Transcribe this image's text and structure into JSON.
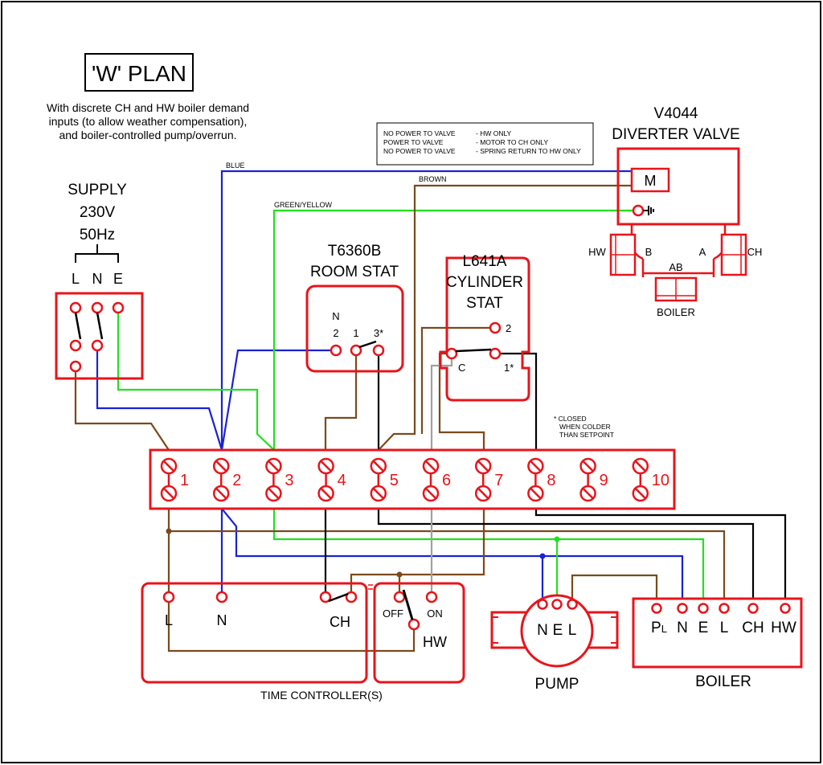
{
  "title": "'W' PLAN",
  "subtitle": [
    "With discrete CH and HW boiler demand",
    "inputs (to allow weather compensation),",
    "and boiler-controlled pump/overrun."
  ],
  "note_table": {
    "rows": [
      [
        "NO POWER TO VALVE",
        "- HW ONLY"
      ],
      [
        "POWER TO VALVE",
        "- MOTOR TO CH ONLY"
      ],
      [
        "NO POWER TO VALVE",
        "- SPRING RETURN TO HW ONLY"
      ]
    ]
  },
  "supply": {
    "label": [
      "SUPPLY",
      "230V",
      "50Hz"
    ],
    "terminals": [
      "L",
      "N",
      "E"
    ]
  },
  "wire_labels": {
    "blue": "BLUE",
    "brown": "BROWN",
    "green_yellow": "GREEN/YELLOW"
  },
  "diverter": {
    "title": [
      "V4044",
      "DIVERTER VALVE"
    ],
    "motor": "M",
    "ports": {
      "hw": "HW",
      "b": "B",
      "a": "A",
      "ch": "CH",
      "ab": "AB",
      "boiler": "BOILER"
    }
  },
  "room_stat": {
    "title": [
      "T6360B",
      "ROOM STAT"
    ],
    "n_label": "N",
    "terminals": [
      "2",
      "1",
      "3*"
    ]
  },
  "cylinder_stat": {
    "title": [
      "L641A",
      "CYLINDER",
      "STAT"
    ],
    "terminal_2": "2",
    "terminal_c": "C",
    "terminal_1": "1*"
  },
  "footnote": [
    "* CLOSED",
    "WHEN COLDER",
    "THAN SETPOINT"
  ],
  "junction_box": {
    "terminals": [
      "1",
      "2",
      "3",
      "4",
      "5",
      "6",
      "7",
      "8",
      "9",
      "10"
    ]
  },
  "time_controller": {
    "l": "L",
    "n": "N",
    "ch": "CH",
    "off": "OFF",
    "on": "ON",
    "hw": "HW",
    "label": "TIME CONTROLLER(S)"
  },
  "pump": {
    "terminals": [
      "N",
      "E",
      "L"
    ],
    "label": "PUMP"
  },
  "boiler": {
    "terminals": [
      "P",
      "L",
      "N",
      "E",
      "L",
      "CH",
      "HW"
    ],
    "label": "BOILER"
  },
  "colors": {
    "red": "#e8141a",
    "blue": "#1a22d6",
    "brown": "#7a4a1c",
    "green": "#22e01e",
    "black": "#000000",
    "grey": "#a0a0a0"
  }
}
